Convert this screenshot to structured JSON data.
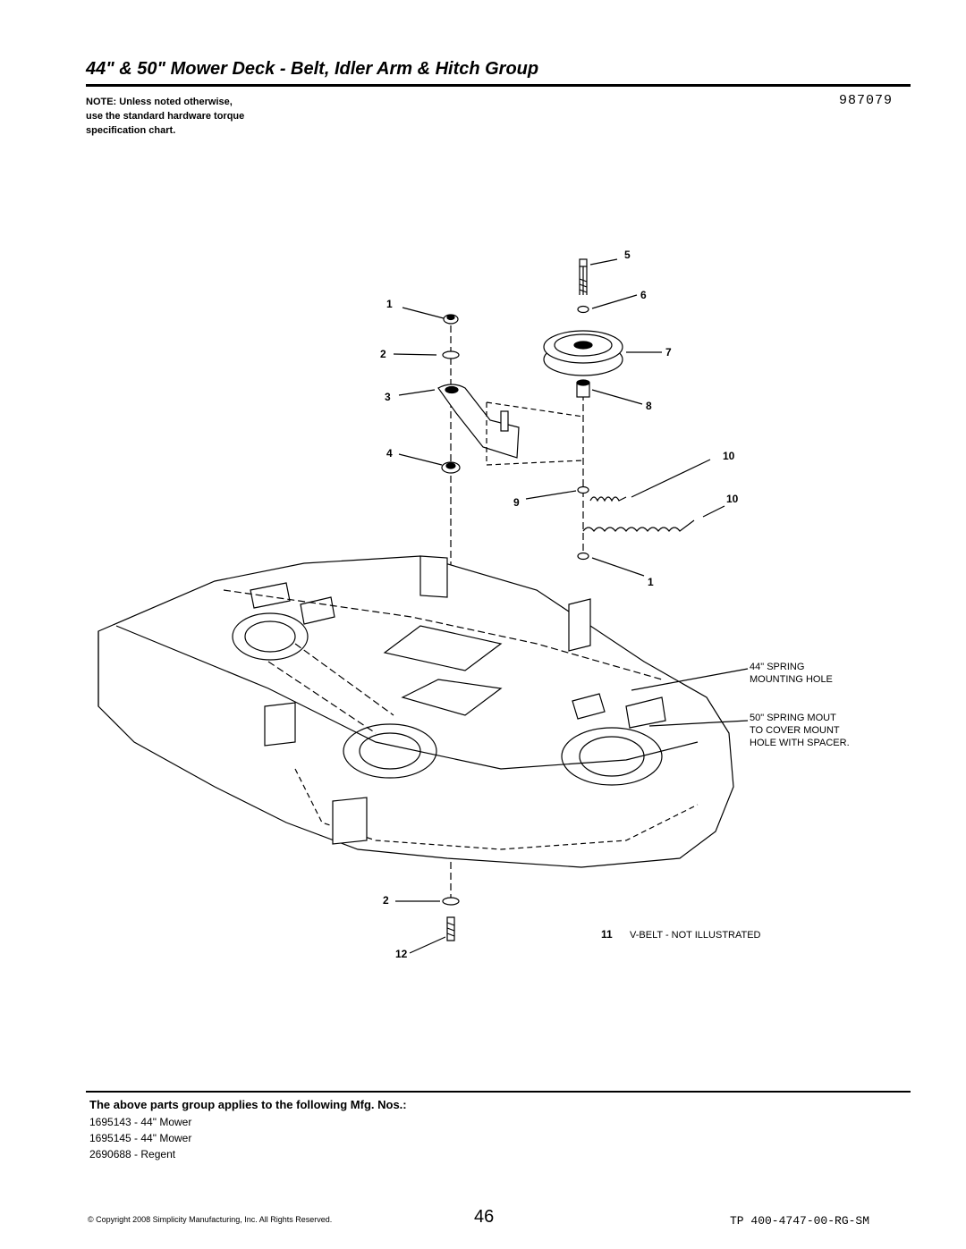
{
  "header": {
    "title": "44\" & 50\" Mower Deck - Belt, Idler Arm & Hitch Group",
    "doc_number": "987079",
    "note_lines": [
      "NOTE: Unless noted otherwise,",
      "use the standard hardware torque",
      "specification chart."
    ]
  },
  "diagram": {
    "callouts": [
      "1",
      "2",
      "3",
      "4",
      "5",
      "6",
      "7",
      "8",
      "9",
      "10",
      "10",
      "1",
      "2",
      "11",
      "12"
    ],
    "annotations": {
      "spring_44": [
        "44\" SPRING",
        "MOUNTING HOLE"
      ],
      "spring_50": [
        "50\" SPRING MOUT",
        "TO COVER MOUNT",
        "HOLE WITH SPACER."
      ],
      "vbelt": "V-BELT - NOT ILLUSTRATED"
    }
  },
  "applies": {
    "heading": "The above parts group applies to the following Mfg. Nos.:",
    "items": [
      "1695143 - 44\" Mower",
      "1695145 - 44\" Mower",
      "2690688 - Regent"
    ]
  },
  "footer": {
    "copyright": "© Copyright 2008 Simplicity Manufacturing, Inc. All Rights Reserved.",
    "page": "46",
    "tp": "TP 400-4747-00-RG-SM"
  }
}
